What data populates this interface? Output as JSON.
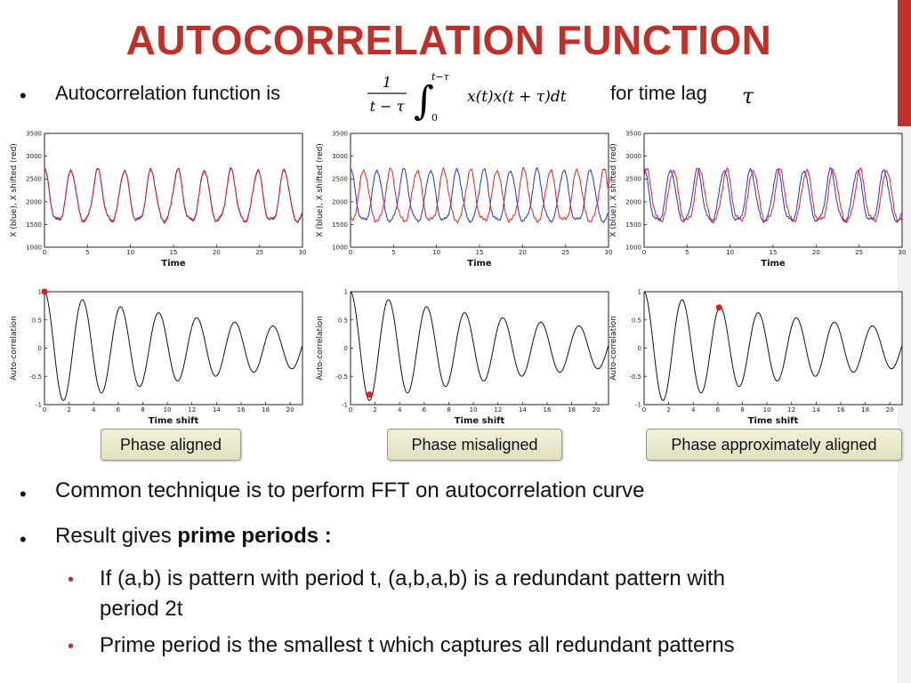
{
  "slide": {
    "title": "AUTOCORRELATION FUNCTION",
    "intro_text": "Autocorrelation function is",
    "formula": {
      "numerator": "1",
      "denominator": "t − τ",
      "integral_upper": "t−τ",
      "integral_lower": "0",
      "integrand": "x(t)x(t + τ)dt"
    },
    "intro_suffix": "for time lag",
    "tau_symbol": "τ",
    "bullets": [
      {
        "text": "Common technique is to perform FFT on autocorrelation curve"
      },
      {
        "prefix": "Result gives ",
        "bold": "prime periods :"
      }
    ],
    "sub_bullets": [
      {
        "line1": "If (a,b) is pattern with period t, (a,b,a,b) is a redundant pattern with",
        "line2": "period 2t"
      },
      {
        "line1": "Prime period is the smallest t which captures all redundant patterns"
      }
    ],
    "phase_labels": [
      "Phase aligned",
      "Phase misaligned",
      "Phase approximately aligned"
    ],
    "colors": {
      "accent": "#c0302a",
      "blue_series": "#2233cc",
      "red_series": "#dd2222",
      "phase_box": "#e8e8cc"
    }
  },
  "chart_data": [
    {
      "type": "line",
      "title": "",
      "xlabel": "Time",
      "ylabel": "X (blue), X shifted (red)",
      "xlim": [
        0,
        30
      ],
      "ylim": [
        1000,
        3500
      ],
      "xticks": [
        0,
        5,
        10,
        15,
        20,
        25,
        30
      ],
      "yticks": [
        1000,
        1500,
        2000,
        2500,
        3000,
        3500
      ],
      "signal": {
        "mean": 2050,
        "amplitude": 650,
        "period": 3.1,
        "decay": 0
      },
      "shift": 0,
      "series": [
        {
          "color": "#2233cc"
        },
        {
          "color": "#dd2222"
        }
      ]
    },
    {
      "type": "line",
      "title": "",
      "xlabel": "Time",
      "ylabel": "X (blue), X shifted (red)",
      "xlim": [
        0,
        30
      ],
      "ylim": [
        1000,
        3500
      ],
      "xticks": [
        0,
        5,
        10,
        15,
        20,
        25,
        30
      ],
      "yticks": [
        1000,
        1500,
        2000,
        2500,
        3000,
        3500
      ],
      "signal": {
        "mean": 2050,
        "amplitude": 650,
        "period": 3.1,
        "decay": 0
      },
      "shift": 1.55,
      "series": [
        {
          "color": "#2233cc"
        },
        {
          "color": "#dd2222"
        }
      ]
    },
    {
      "type": "line",
      "title": "",
      "xlabel": "Time",
      "ylabel": "X (blue), X shifted (red)",
      "xlim": [
        0,
        30
      ],
      "ylim": [
        1000,
        3500
      ],
      "xticks": [
        0,
        5,
        10,
        15,
        20,
        25,
        30
      ],
      "yticks": [
        1000,
        1500,
        2000,
        2500,
        3000,
        3500
      ],
      "signal": {
        "mean": 2050,
        "amplitude": 650,
        "period": 3.1,
        "decay": 0
      },
      "shift": 5.9,
      "series": [
        {
          "color": "#2233cc"
        },
        {
          "color": "#dd2222"
        }
      ]
    },
    {
      "type": "line",
      "title": "",
      "xlabel": "Time shift",
      "ylabel": "Auto-correlation",
      "xlim": [
        0,
        21
      ],
      "ylim": [
        -1,
        1
      ],
      "xticks": [
        0,
        2,
        4,
        6,
        8,
        10,
        12,
        14,
        16,
        18,
        20
      ],
      "yticks": [
        -1,
        -0.5,
        0,
        0.5,
        1
      ],
      "curve": {
        "period": 3.1,
        "decay": 0.05
      },
      "marker": {
        "x": 0,
        "y": 1,
        "color": "#dd2222"
      }
    },
    {
      "type": "line",
      "title": "",
      "xlabel": "Time shift",
      "ylabel": "Auto-correlation",
      "xlim": [
        0,
        21
      ],
      "ylim": [
        -1,
        1
      ],
      "xticks": [
        0,
        2,
        4,
        6,
        8,
        10,
        12,
        14,
        16,
        18,
        20
      ],
      "yticks": [
        -1,
        -0.5,
        0,
        0.5,
        1
      ],
      "curve": {
        "period": 3.1,
        "decay": 0.05
      },
      "marker": {
        "x": 1.55,
        "y": -0.82,
        "color": "#dd2222"
      }
    },
    {
      "type": "line",
      "title": "",
      "xlabel": "Time shift",
      "ylabel": "Auto-correlation",
      "xlim": [
        0,
        21
      ],
      "ylim": [
        -1,
        1
      ],
      "xticks": [
        0,
        2,
        4,
        6,
        8,
        10,
        12,
        14,
        16,
        18,
        20
      ],
      "yticks": [
        -1,
        -0.5,
        0,
        0.5,
        1
      ],
      "curve": {
        "period": 3.1,
        "decay": 0.05
      },
      "marker": {
        "x": 6.1,
        "y": 0.72,
        "color": "#dd2222"
      }
    }
  ]
}
